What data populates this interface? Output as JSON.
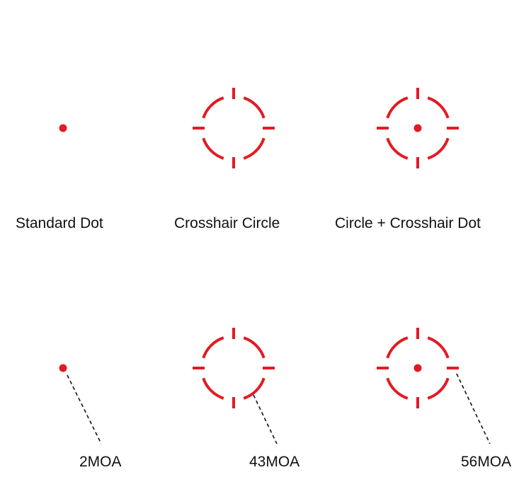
{
  "colors": {
    "reticle": "#e21b23",
    "text": "#111111",
    "leader": "#111111",
    "background": "#ffffff"
  },
  "reticles": [
    {
      "label": "Standard Dot",
      "shape": "dot"
    },
    {
      "label": "Crosshair Circle",
      "shape": "crosshair-circle"
    },
    {
      "label": "Circle + Crosshair Dot",
      "shape": "crosshair-circle-dot"
    }
  ],
  "moa_callouts": [
    {
      "label": "2MOA",
      "shape": "dot"
    },
    {
      "label": "43MOA",
      "shape": "crosshair-circle"
    },
    {
      "label": "56MOA",
      "shape": "crosshair-circle-dot"
    }
  ]
}
